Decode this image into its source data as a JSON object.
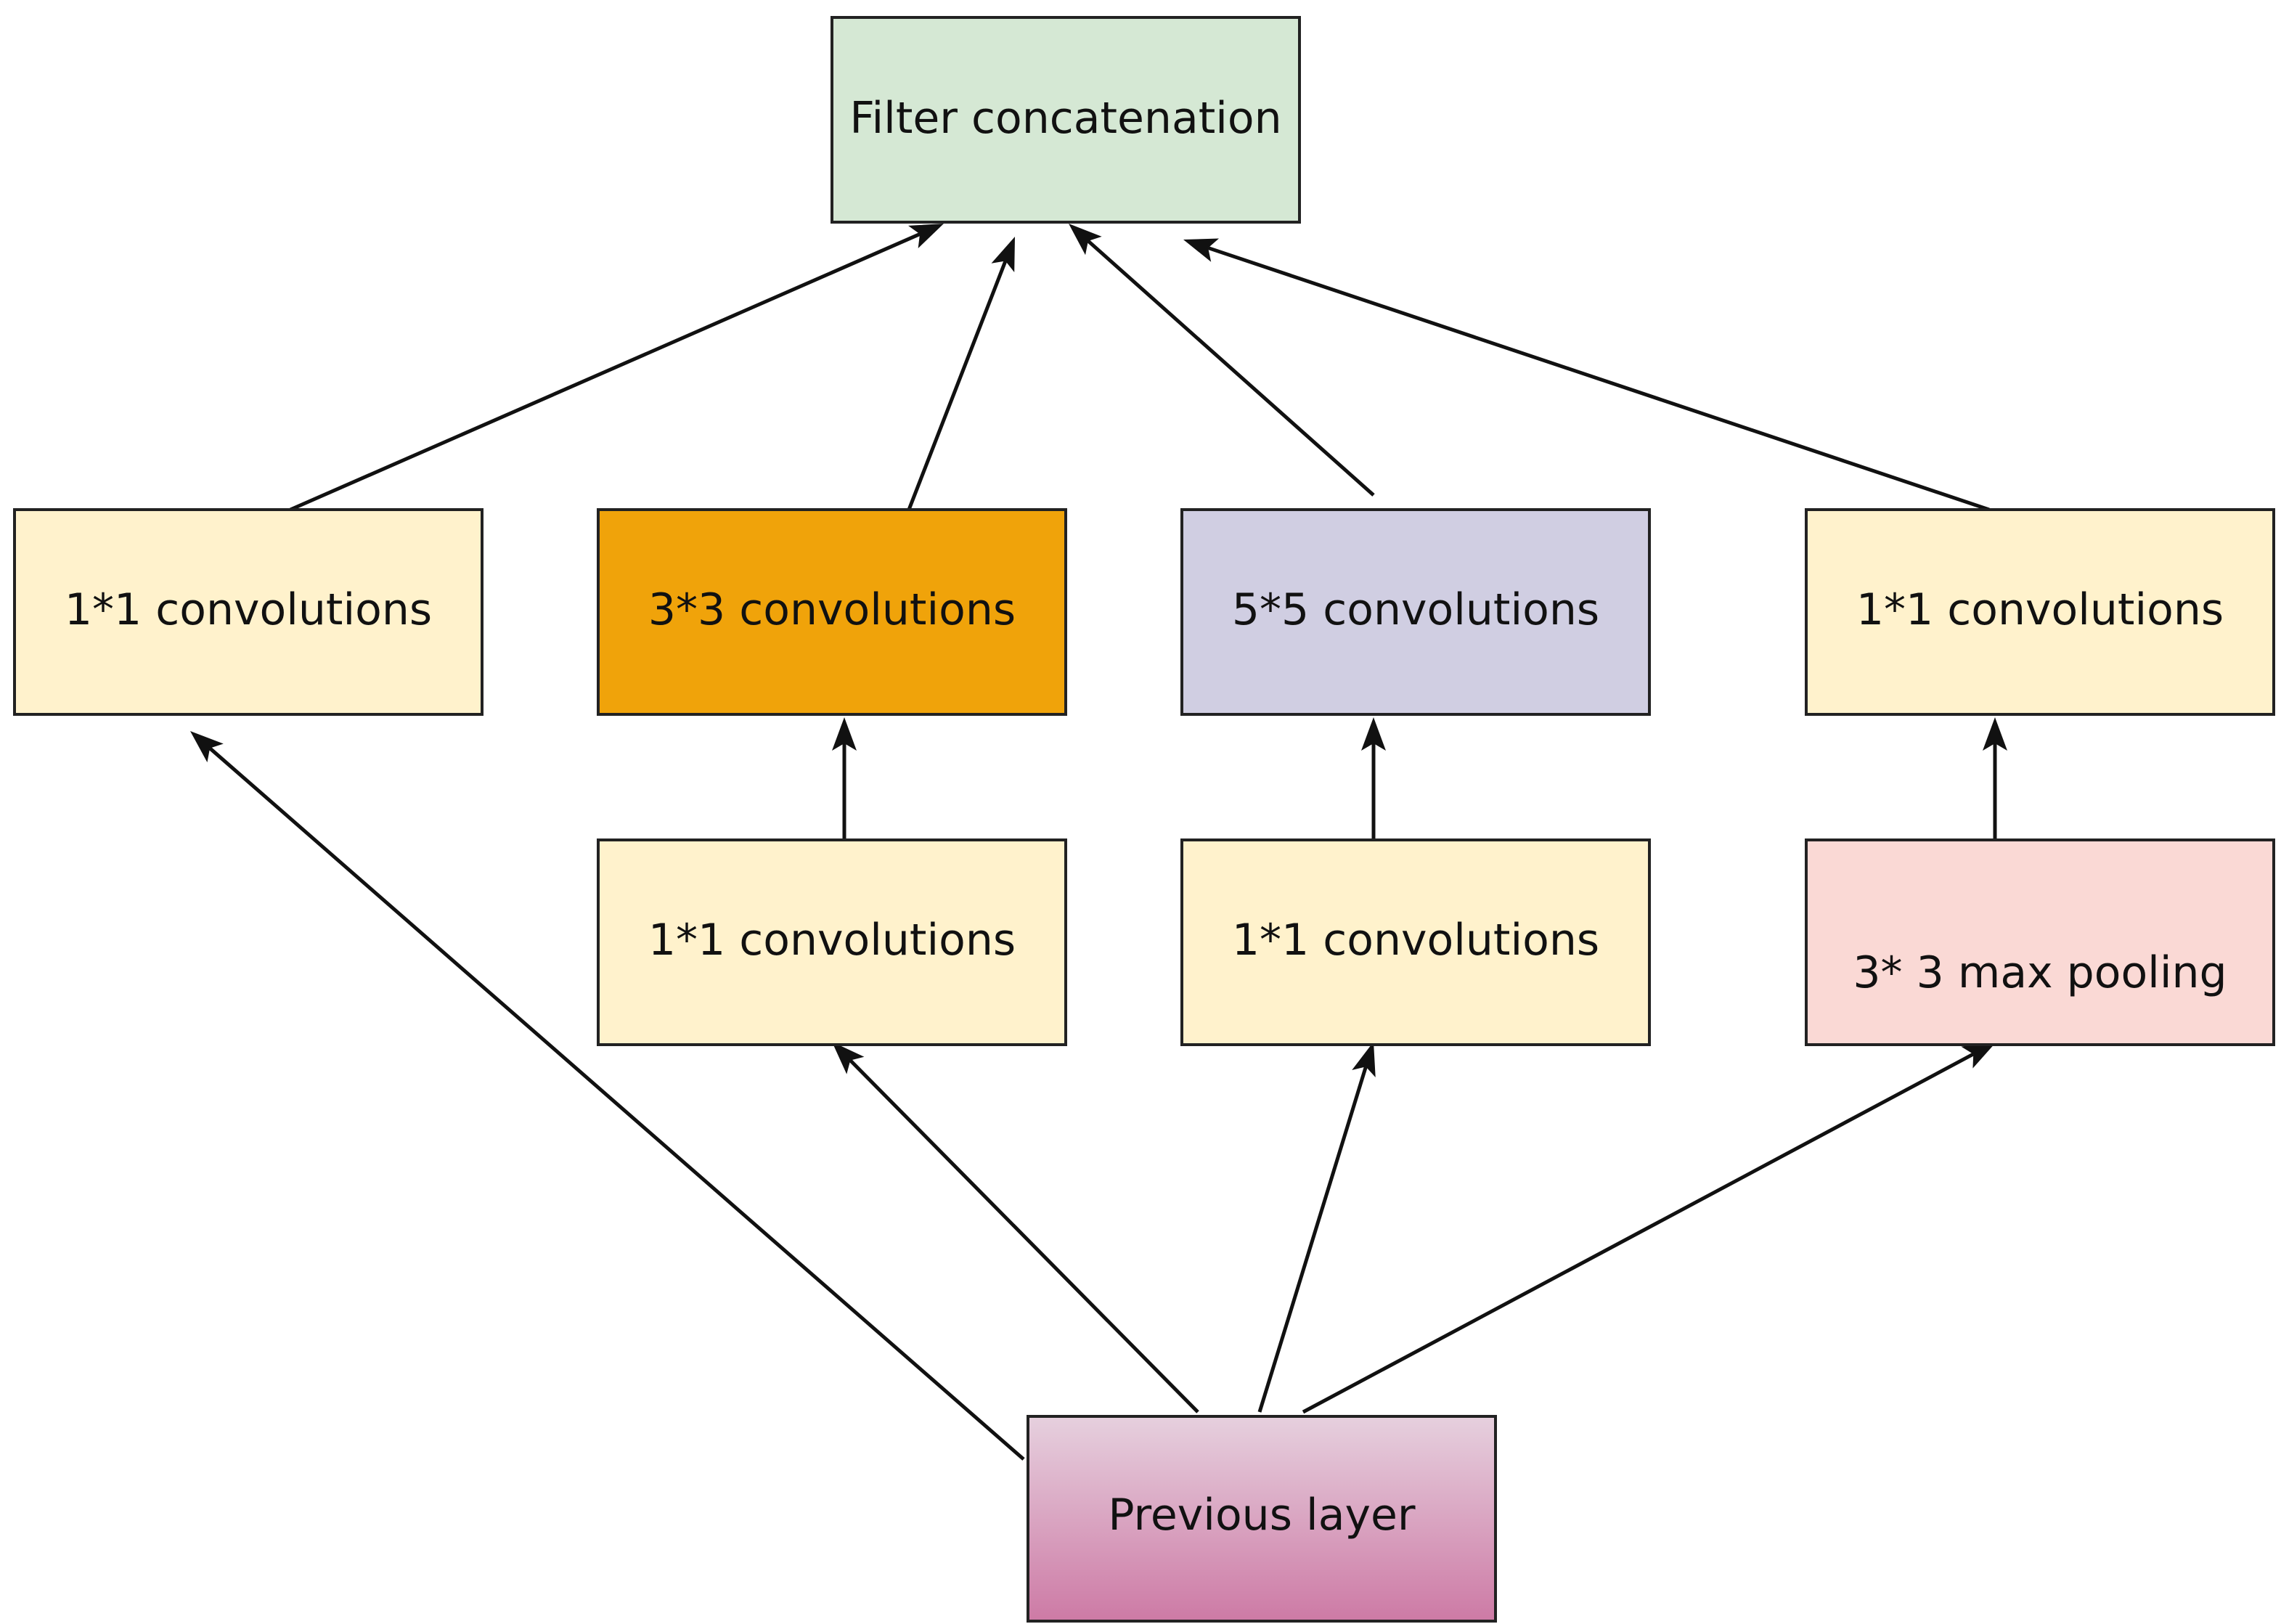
{
  "diagram": {
    "nodes": {
      "filter_concat": {
        "label": "Filter concatenation",
        "color": "#d5e8d4"
      },
      "conv1x1_a": {
        "label": "1*1 convolutions",
        "color": "#fff2cc"
      },
      "conv3x3": {
        "label": "3*3 convolutions",
        "color": "#f0a30a"
      },
      "conv5x5": {
        "label": "5*5 convolutions",
        "color": "#d0cee2"
      },
      "conv1x1_d": {
        "label": "1*1 convolutions",
        "color": "#fff2cc"
      },
      "conv1x1_b": {
        "label": "1*1 convolutions",
        "color": "#fff2cc"
      },
      "conv1x1_c": {
        "label": "1*1 convolutions",
        "color": "#fff2cc"
      },
      "maxpool": {
        "label": "3* 3 max pooling",
        "color": "#fad9d5"
      },
      "previous_layer": {
        "label": "Previous layer",
        "color_top": "#e6d0de",
        "color_bottom": "#cd7aa5"
      }
    },
    "edges": [
      {
        "from": "previous_layer",
        "to": "conv1x1_a"
      },
      {
        "from": "previous_layer",
        "to": "conv1x1_b"
      },
      {
        "from": "previous_layer",
        "to": "conv1x1_c"
      },
      {
        "from": "previous_layer",
        "to": "maxpool"
      },
      {
        "from": "conv1x1_b",
        "to": "conv3x3"
      },
      {
        "from": "conv1x1_c",
        "to": "conv5x5"
      },
      {
        "from": "maxpool",
        "to": "conv1x1_d"
      },
      {
        "from": "conv1x1_a",
        "to": "filter_concat"
      },
      {
        "from": "conv3x3",
        "to": "filter_concat"
      },
      {
        "from": "conv5x5",
        "to": "filter_concat"
      },
      {
        "from": "conv1x1_d",
        "to": "filter_concat"
      }
    ]
  }
}
